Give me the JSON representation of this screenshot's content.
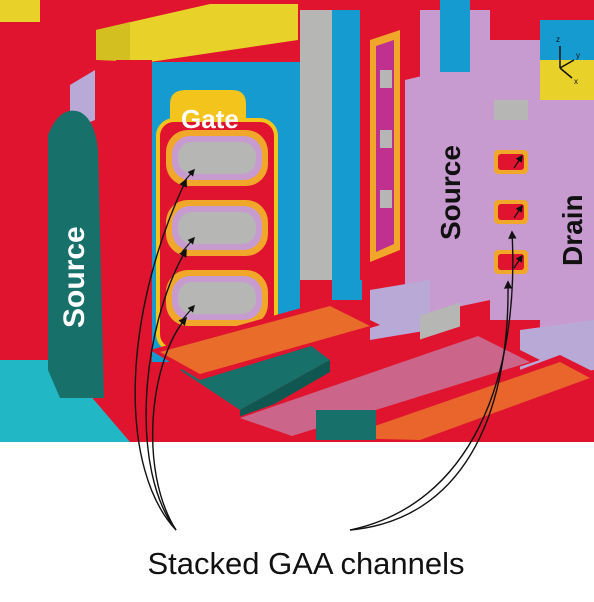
{
  "labels": {
    "source_left": "Source",
    "gate": "Gate",
    "source_right": "Source",
    "drain": "Drain",
    "caption": "Stacked GAA channels"
  },
  "axes_glyph": {
    "z": "z",
    "y": "y",
    "x": "x"
  },
  "colors": {
    "red": "#e0142f",
    "yellow": "#e8d22a",
    "blue": "#159bd0",
    "teal": "#17706a",
    "purple": "#c79bd0",
    "lavender": "#b9a9d6",
    "gray": "#b6b6b4",
    "orange": "#f0a72a",
    "magenta": "#c0308e",
    "cyan": "#22b7c4"
  }
}
